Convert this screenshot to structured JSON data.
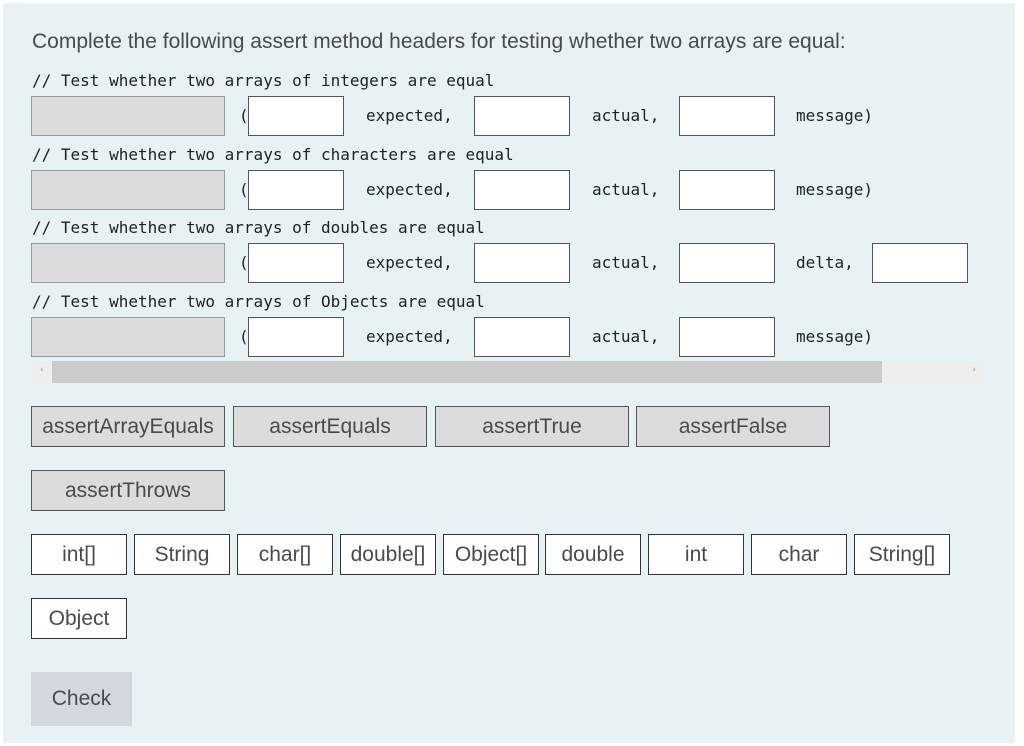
{
  "prompt": "Complete the following assert method headers for testing whether two arrays are equal:",
  "rows": [
    {
      "comment": "// Test whether two arrays of integers are equal",
      "open_paren": "(",
      "expected": "expected,",
      "actual": "actual,",
      "last": "message)"
    },
    {
      "comment": "// Test whether two arrays of characters are equal",
      "open_paren": "(",
      "expected": "expected,",
      "actual": "actual,",
      "last": "message)"
    },
    {
      "comment": "// Test whether two arrays of doubles are equal",
      "open_paren": "(",
      "expected": "expected,",
      "actual": "actual,",
      "last": "delta,"
    },
    {
      "comment": "// Test whether two arrays of Objects are equal",
      "open_paren": "(",
      "expected": "expected,",
      "actual": "actual,",
      "last": "message)"
    }
  ],
  "scrollbar": {
    "left_arrow": "‹",
    "right_arrow": "›"
  },
  "method_options": [
    "assertArrayEquals",
    "assertEquals",
    "assertTrue",
    "assertFalse",
    "assertThrows"
  ],
  "type_options": [
    "int[]",
    "String",
    "char[]",
    "double[]",
    "Object[]",
    "double",
    "int",
    "char",
    "String[]",
    "Object"
  ],
  "check_label": "Check"
}
